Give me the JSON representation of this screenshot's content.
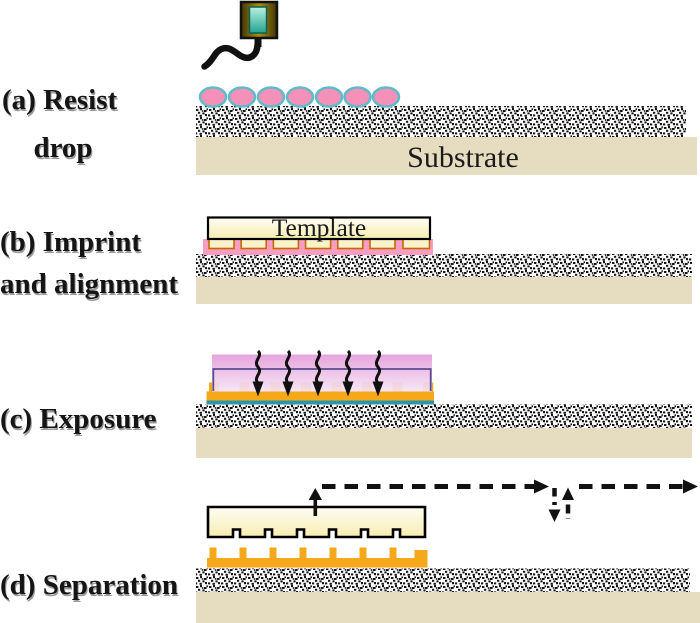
{
  "labels": {
    "step_a_line1": "(a) Resist",
    "step_a_line2": "drop",
    "step_b_line1": "(b) Imprint",
    "step_b_line2": "and alignment",
    "step_c": "(c) Exposure",
    "step_d": "(d) Separation",
    "substrate": "Substrate",
    "template": "Template"
  },
  "icons": {
    "dispenser": "resist-dispenser-icon",
    "uv_arrow": "uv-exposure-wavy-arrow-icon",
    "separation_arrow": "separation-up-arrow-icon",
    "step_path_arrow": "step-and-repeat-dashed-arrow-icon"
  },
  "colors": {
    "background": "#ffffff",
    "substrate_beige": "#e6ddc1",
    "speckle_dot": "#141414",
    "resist_drop_pink": "#f590b8",
    "drop_outline_teal": "#5cbcca",
    "resist_film_pink": "#f79dc2",
    "template_cream_top": "#fffdf4",
    "template_cream_bottom": "#f5edb0",
    "template_tooth_fill": "#faf3c9",
    "tooth_outline_orange": "#c66900",
    "template_border": "#000000",
    "uv_purple_top": "#e39cda",
    "uv_purple_bottom": "#f6e4f4",
    "template_outline_purple": "#5a4b8e",
    "cured_resist_orange": "#f5a81a",
    "transfer_layer_blue": "#2e93a6",
    "dispenser_dark": "#3f3405",
    "dispenser_gold": "#a98f0e",
    "screen_light": "#b9f2e2",
    "screen_dark": "#25a290",
    "arrow_black": "#111111"
  }
}
